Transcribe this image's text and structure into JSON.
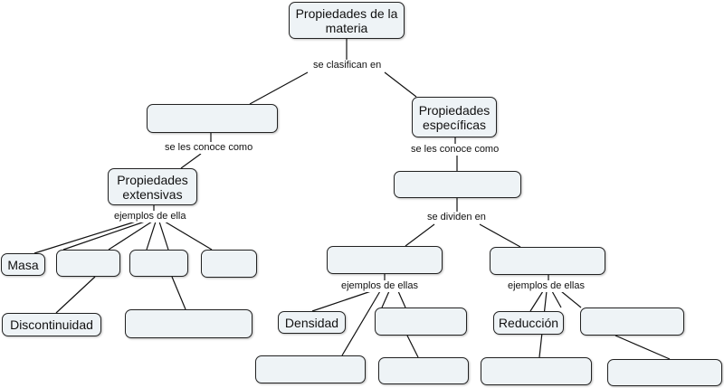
{
  "nodes": {
    "root": "Propiedades de la materia",
    "left_blank": "",
    "right": "Propiedades específicas",
    "extensivas": "Propiedades extensivas",
    "right_blank": "",
    "masa": "Masa",
    "ext_blank1": "",
    "ext_blank2": "",
    "ext_blank3": "",
    "discontinuidad": "Discontinuidad",
    "ext_blank4": "",
    "div_blank1": "",
    "div_blank2": "",
    "densidad": "Densidad",
    "dens_blank1": "",
    "dens_blank2": "",
    "dens_blank3": "",
    "reduccion": "Reducción",
    "red_blank1": "",
    "red_blank2": "",
    "red_blank3": ""
  },
  "links": {
    "se_clasifican": "se clasifican en",
    "se_les_conoce_left": "se les conoce como",
    "se_les_conoce_right": "se les conoce como",
    "ejemplos_ella": "ejemplos de ella",
    "se_dividen": "se dividen en",
    "ejemplos_ellas_left": "ejemplos de ellas",
    "ejemplos_ellas_right": "ejemplos de ellas"
  }
}
